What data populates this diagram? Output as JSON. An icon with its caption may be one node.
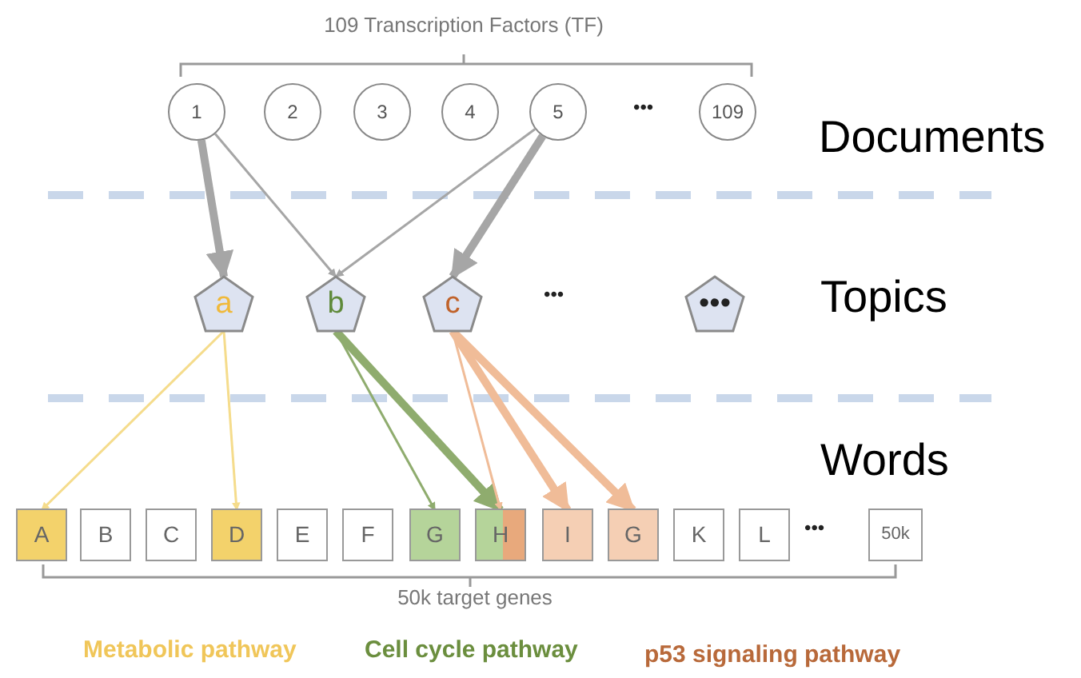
{
  "diagram": {
    "nodes": [
      {
        "text": [
          "1"
        ]
      },
      {
        "text": [
          "2"
        ]
      },
      {
        "text": [
          "3"
        ]
      },
      {
        "text": [
          "4"
        ]
      },
      {
        "text": [
          "5"
        ]
      },
      {
        "text": [
          "109"
        ]
      },
      {
        "text": [
          "a"
        ]
      },
      {
        "text": [
          "b"
        ]
      },
      {
        "text": [
          "c"
        ]
      },
      {
        "text": [
          "•••"
        ]
      },
      {
        "text": [
          "A"
        ]
      },
      {
        "text": [
          "B"
        ]
      },
      {
        "text": [
          "C"
        ]
      },
      {
        "text": [
          "D"
        ]
      },
      {
        "text": [
          "E"
        ]
      },
      {
        "text": [
          "F"
        ]
      },
      {
        "text": [
          "G"
        ]
      },
      {
        "text": [
          "H"
        ]
      },
      {
        "text": [
          "I"
        ]
      },
      {
        "text": [
          "G"
        ]
      },
      {
        "text": [
          "K"
        ]
      },
      {
        "text": [
          "L"
        ]
      },
      {
        "text": [
          "50k"
        ]
      }
    ],
    "edges": [
      {
        "from": 0,
        "to": 6,
        "arrow": "to",
        "style": "thick"
      },
      {
        "from": 0,
        "to": 7,
        "arrow": "to"
      },
      {
        "from": 4,
        "to": 7,
        "arrow": "to"
      },
      {
        "from": 4,
        "to": 8,
        "arrow": "to",
        "style": "thick"
      },
      {
        "from": 6,
        "to": 10,
        "arrow": "to",
        "color": "#f5dc8c"
      },
      {
        "from": 6,
        "to": 13,
        "arrow": "to",
        "color": "#f5dc8c"
      },
      {
        "from": 7,
        "to": 16,
        "arrow": "to",
        "color": "#8fac6e"
      },
      {
        "from": 7,
        "to": 17,
        "arrow": "to",
        "style": "thick",
        "color": "#8fac6e"
      },
      {
        "from": 8,
        "to": 17,
        "arrow": "to",
        "color": "#f0bc98"
      },
      {
        "from": 8,
        "to": 18,
        "arrow": "to",
        "style": "thick",
        "color": "#f0bc98"
      },
      {
        "from": 8,
        "to": 19,
        "arrow": "to",
        "style": "thick",
        "color": "#f0bc98"
      }
    ],
    "labels": [
      "109 Transcription Factors (TF)",
      "•••",
      "Documents",
      "•••",
      "Topics",
      "Words",
      "•••",
      "50k target genes",
      "Metabolic pathway",
      "Cell cycle pathway",
      "p53 signaling pathway"
    ]
  }
}
